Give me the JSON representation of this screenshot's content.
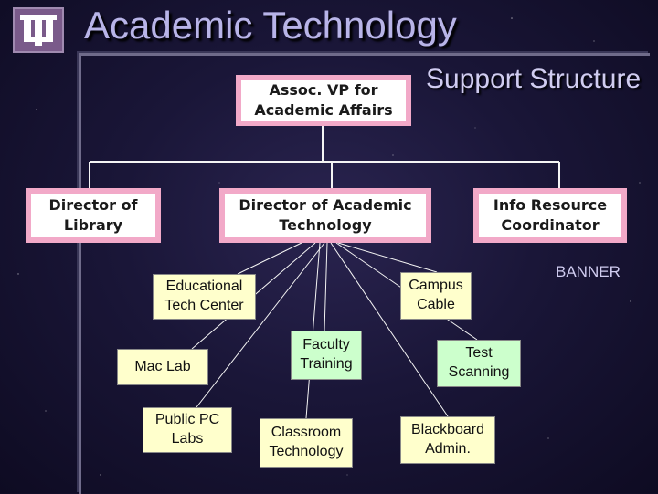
{
  "header": {
    "title": "Academic Technology",
    "subtitle": "Support Structure"
  },
  "colors": {
    "background": "#1a1638",
    "title": "#b8b4e8",
    "connector": "#f4f4f4",
    "leadership_border": "#f2a9c8",
    "unit_fill": "#ffffcc",
    "service_fill": "#ccffcc"
  },
  "logo_icon": "university-logo-icon",
  "org": {
    "vp": "Assoc. VP for\nAcademic Affairs",
    "director_library": "Director of\nLibrary",
    "director_at": "Director of Academic\nTechnology",
    "info_resource": "Info Resource\nCoordinator",
    "banner": "BANNER",
    "units": {
      "ed_tech_center": "Educational\nTech Center",
      "campus_cable": "Campus\nCable",
      "mac_lab": "Mac Lab",
      "faculty_training": "Faculty\nTraining",
      "test_scanning": "Test\nScanning",
      "public_pc_labs": "Public PC\nLabs",
      "classroom_technology": "Classroom\nTechnology",
      "blackboard_admin": "Blackboard\nAdmin."
    }
  }
}
